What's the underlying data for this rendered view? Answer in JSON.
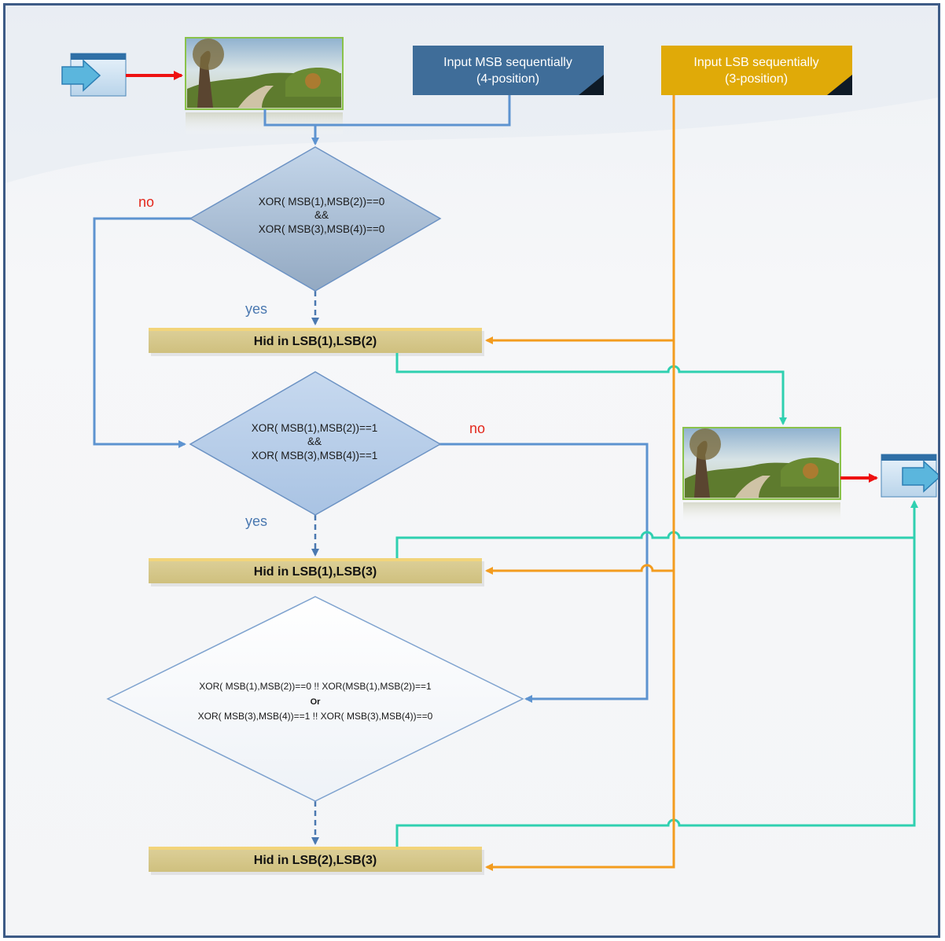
{
  "inputs": {
    "msb_line1": "Input MSB sequentially",
    "msb_line2": "(4-position)",
    "lsb_line1": "Input LSB sequentially",
    "lsb_line2": "(3-position)"
  },
  "decisions": {
    "d1": {
      "line1": "XOR( MSB(1),MSB(2))==0",
      "line2": "&&",
      "line3": "XOR( MSB(3),MSB(4))==0"
    },
    "d2": {
      "line1": "XOR( MSB(1),MSB(2))==1",
      "line2": "&&",
      "line3": "XOR( MSB(3),MSB(4))==1"
    },
    "d3": {
      "line1": "XOR( MSB(1),MSB(2))==0 !! XOR(MSB(1),MSB(2))==1",
      "line2": "Or",
      "line3": "XOR( MSB(3),MSB(4))==1 !!  XOR( MSB(3),MSB(4))==0"
    }
  },
  "processes": {
    "p1": "Hid in LSB(1),LSB(2)",
    "p2": "Hid in LSB(1),LSB(3)",
    "p3": "Hid in LSB(2),LSB(3)"
  },
  "edge_labels": {
    "no": "no",
    "yes": "yes"
  },
  "colors": {
    "msb_box": "#3f6d99",
    "lsb_box": "#e0aa08",
    "blue_line": "#5d93d0",
    "orange_line": "#f39c1f",
    "teal_line": "#2fd0b0",
    "red_arrow": "#ee1111",
    "process_fill": "#d8c98a",
    "frame_border": "#3d5b86"
  },
  "icons": {
    "start": "arrow-right-icon",
    "end": "arrow-right-icon",
    "cover_image": "landscape-image",
    "stego_image": "landscape-image"
  }
}
